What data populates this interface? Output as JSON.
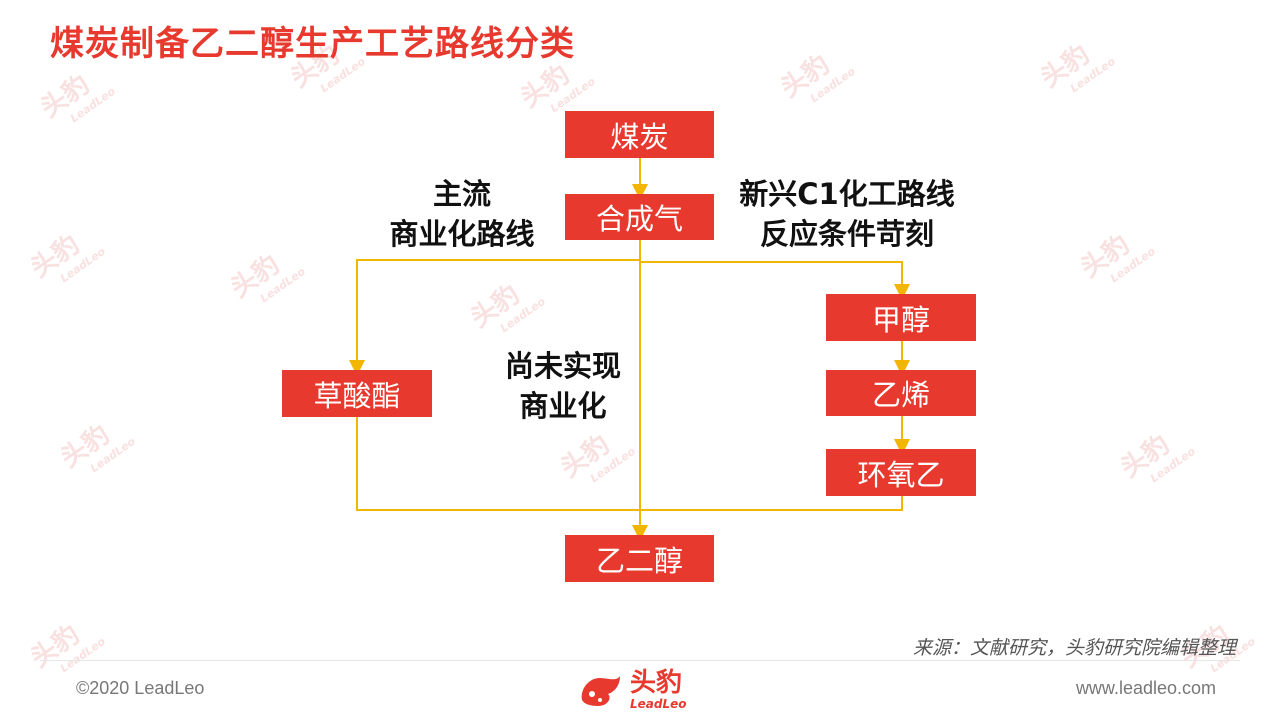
{
  "title": "煤炭制备乙二醇生产工艺路线分类",
  "nodes": {
    "coal": "煤炭",
    "syngas": "合成气",
    "oxalate": "草酸酯",
    "methanol": "甲醇",
    "ethylene": "乙烯",
    "epoxide": "环氧乙",
    "glycol": "乙二醇"
  },
  "labels": {
    "mainstream": [
      "主流",
      "商业化路线"
    ],
    "c1": [
      "新兴C1化工路线",
      "反应条件苛刻"
    ],
    "not_commercial": [
      "尚未实现",
      "商业化"
    ]
  },
  "watermark": {
    "cn": "头豹",
    "en": "LeadLeo"
  },
  "footer": {
    "source": "来源：文献研究，头豹研究院编辑整理",
    "copyright": "©2020 LeadLeo",
    "website": "www.leadleo.com",
    "logo_cn": "头豹",
    "logo_en": "LeadLeo"
  },
  "colors": {
    "accent": "#e8392e",
    "connector": "#f2b600",
    "watermark": "#f6d8d6"
  }
}
